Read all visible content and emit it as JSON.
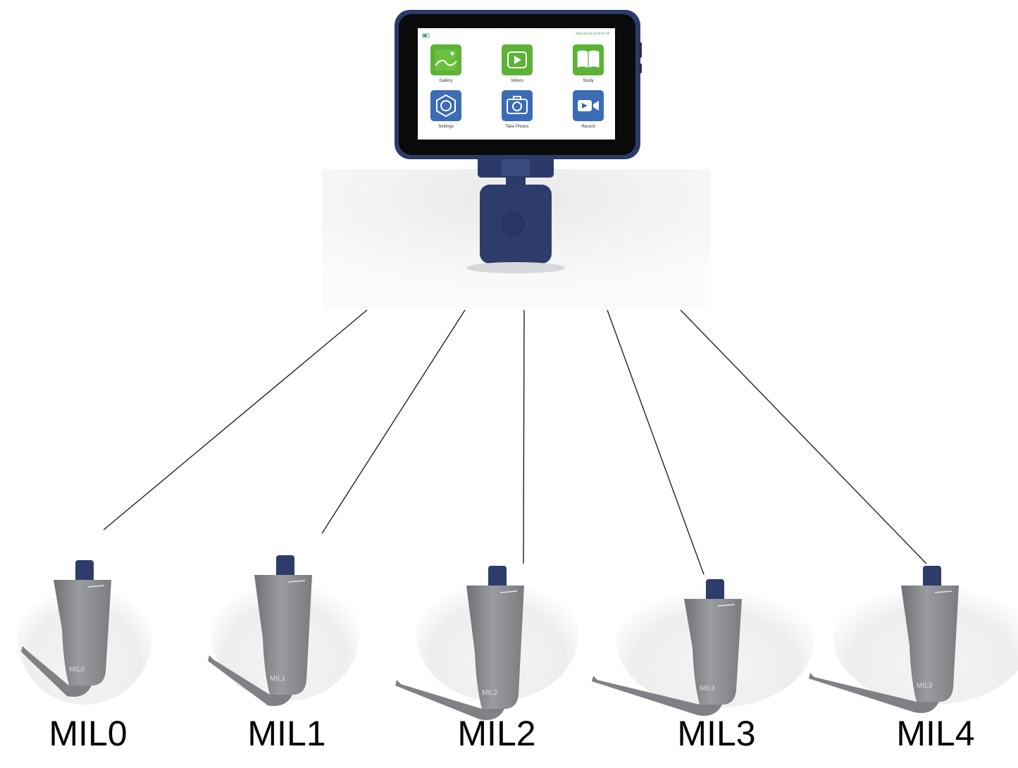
{
  "device": {
    "status_time": "2022-04-06 10:35:24:78",
    "apps": [
      {
        "label": "Gallery",
        "icon": "gallery-icon",
        "color": "#5cb335"
      },
      {
        "label": "Videos",
        "icon": "play-icon",
        "color": "#5cb335"
      },
      {
        "label": "Study",
        "icon": "book-icon",
        "color": "#5cb335"
      },
      {
        "label": "Settings",
        "icon": "settings-icon",
        "color": "#3b6cb5"
      },
      {
        "label": "Take Photos",
        "icon": "camera-icon",
        "color": "#3b6cb5"
      },
      {
        "label": "Record",
        "icon": "video-camera-icon",
        "color": "#3b6cb5"
      }
    ],
    "body_color": "#2c3a6a"
  },
  "blades": [
    {
      "label": "MIL0",
      "engraving": "MIL0"
    },
    {
      "label": "MIL1",
      "engraving": "MIL1"
    },
    {
      "label": "MIL2",
      "engraving": "MIL2"
    },
    {
      "label": "MIL3",
      "engraving": "MIL4"
    },
    {
      "label": "MIL4",
      "engraving": "MIL3"
    }
  ],
  "colors": {
    "connector_line": "#222222",
    "blade_gray": "#85878b",
    "green_tile": "#5cb335",
    "blue_tile": "#3b6cb5"
  }
}
